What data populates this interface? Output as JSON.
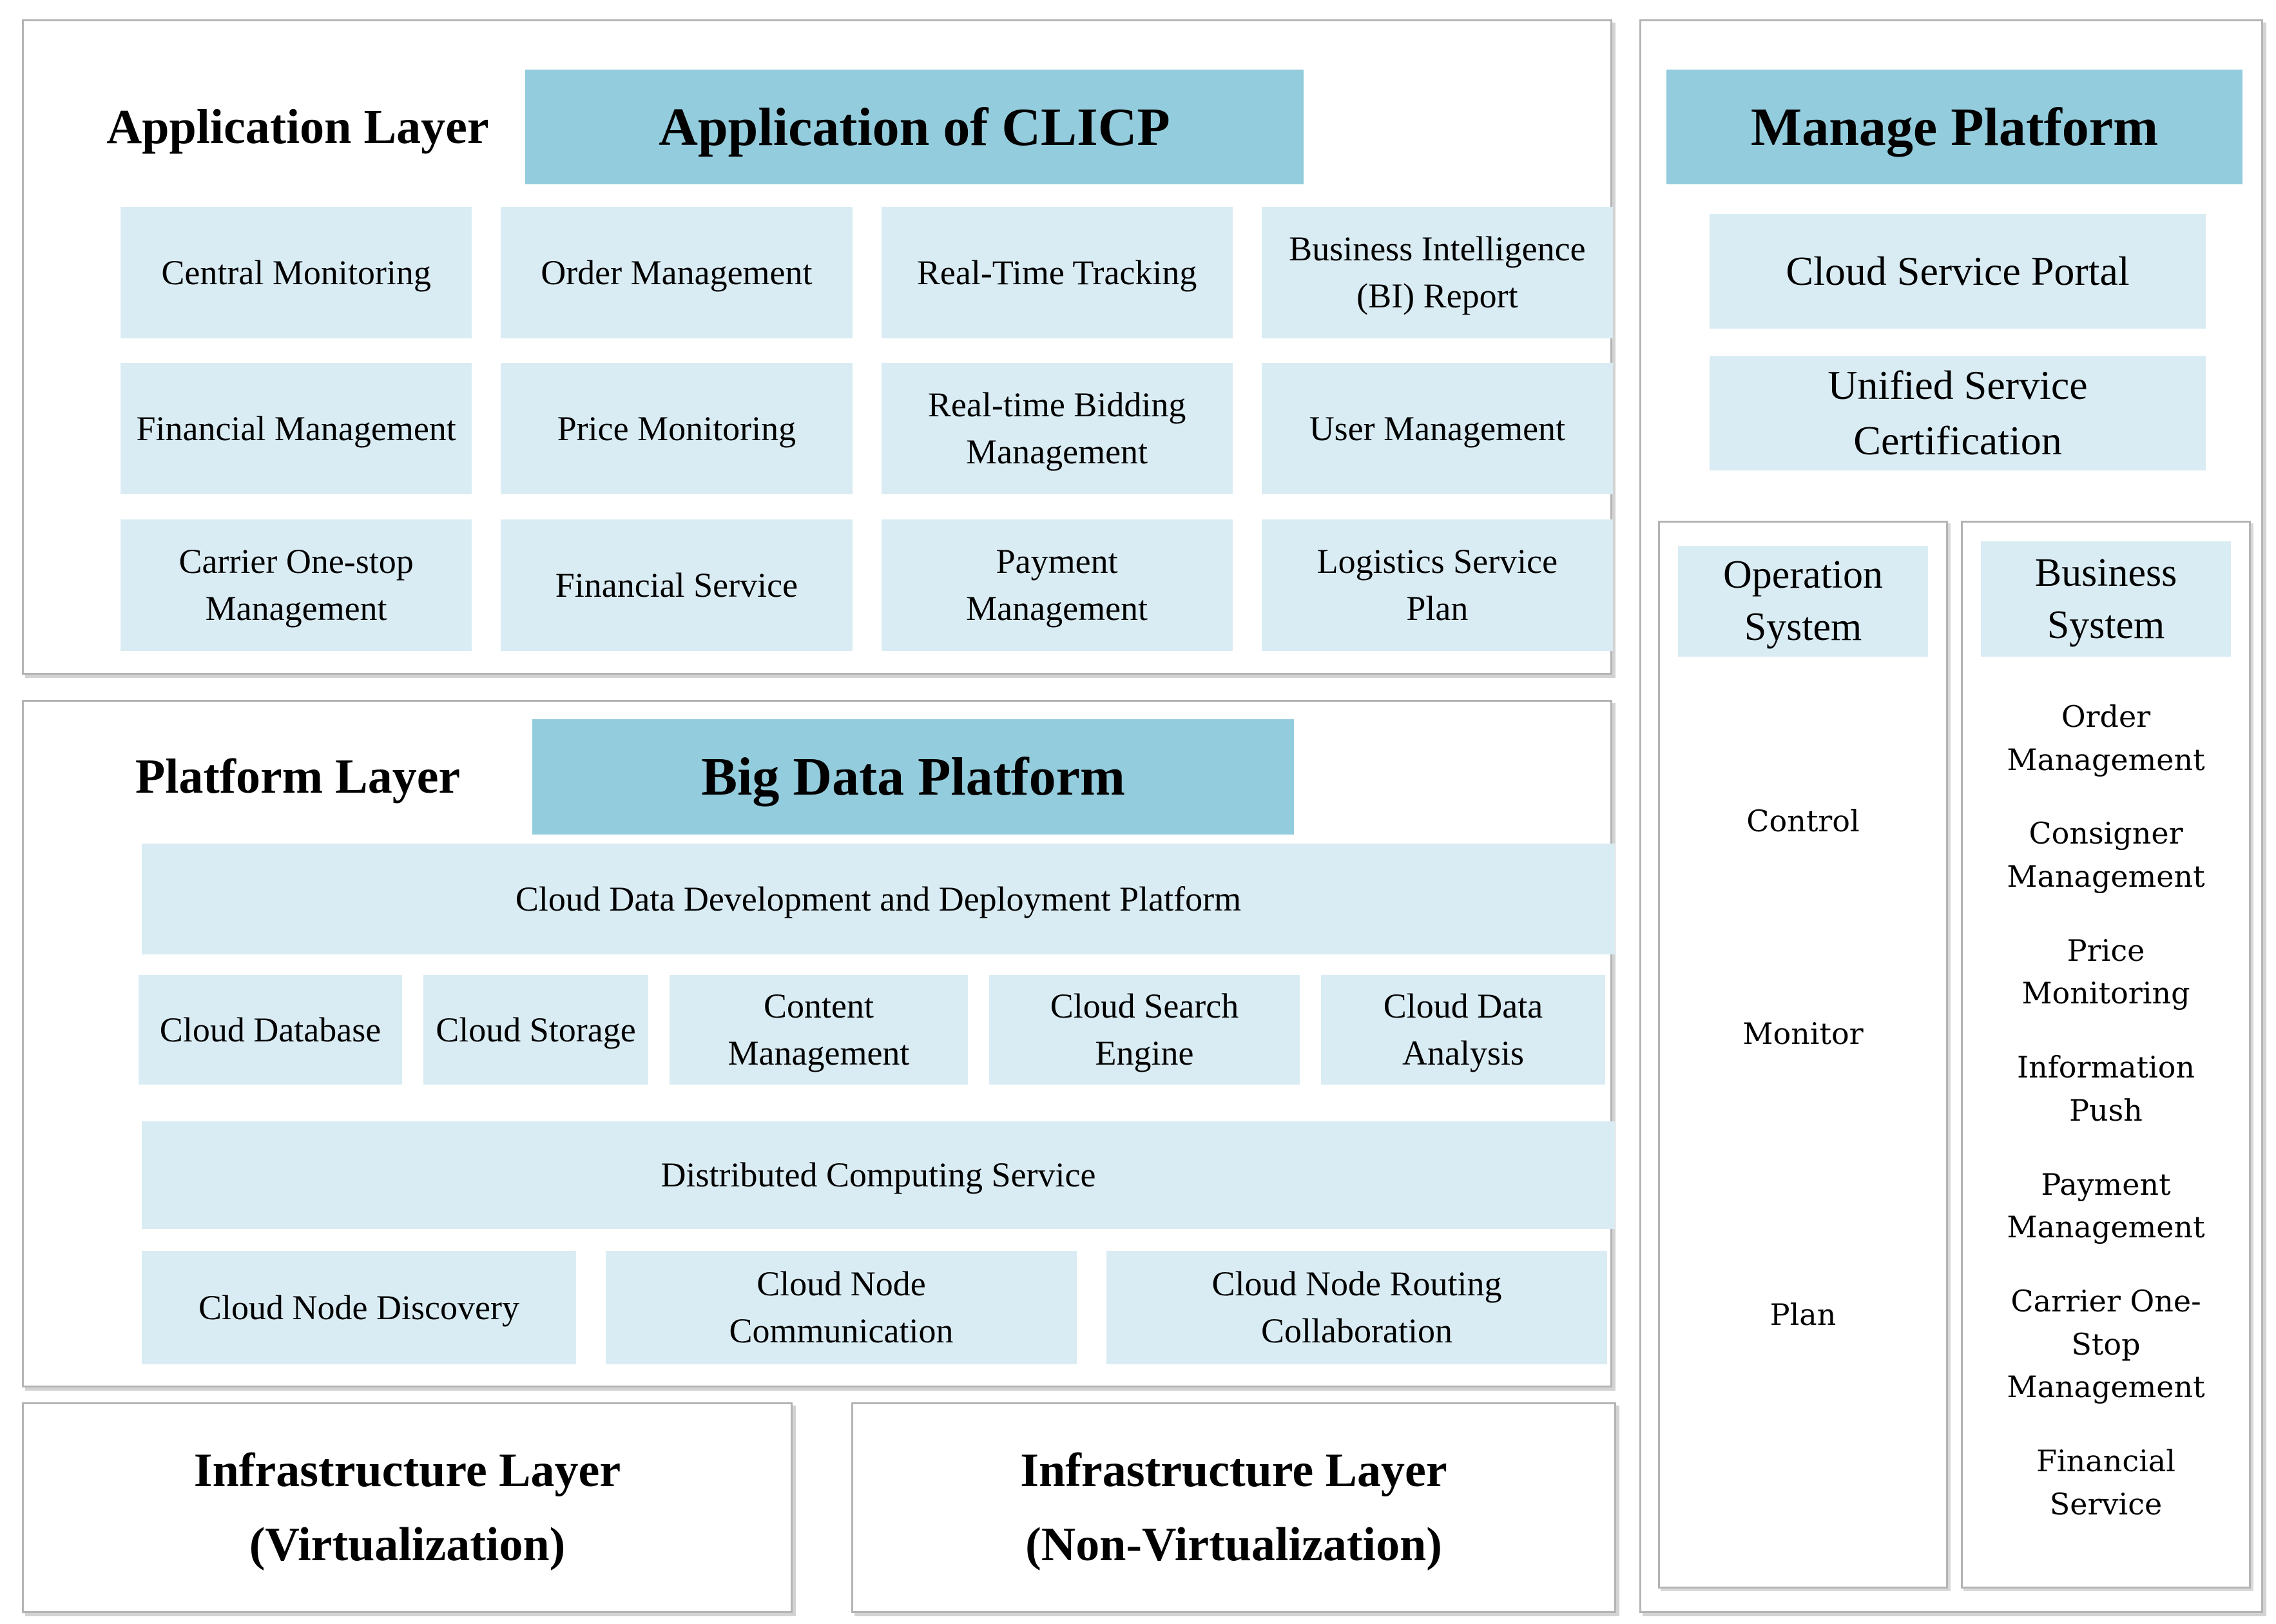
{
  "application_layer": {
    "title": "Application Layer",
    "header": "Application of CLICP",
    "boxes": [
      "Central Monitoring",
      "Order Management",
      "Real-Time Tracking",
      "Business Intelligence (BI) Report",
      "Financial Management",
      "Price Monitoring",
      "Real-time Bidding Management",
      "User Management",
      "Carrier One-stop Management",
      "Financial Service",
      "Payment Management",
      "Logistics Service Plan"
    ]
  },
  "platform_layer": {
    "title": "Platform Layer",
    "header": "Big Data Platform",
    "dev_platform": "Cloud Data Development and Deployment Platform",
    "cloud_boxes": [
      "Cloud Database",
      "Cloud Storage",
      "Content Management",
      "Cloud Search Engine",
      "Cloud Data Analysis"
    ],
    "computing_service": "Distributed Computing Service",
    "node_boxes": [
      "Cloud Node Discovery",
      "Cloud Node Communication",
      "Cloud Node Routing Collaboration"
    ]
  },
  "infrastructure": {
    "virtualization": {
      "line1": "Infrastructure Layer",
      "line2": "(Virtualization)"
    },
    "non_virtualization": {
      "line1": "Infrastructure Layer",
      "line2": "(Non-Virtualization)"
    }
  },
  "manage_platform": {
    "header": "Manage Platform",
    "portal": "Cloud Service Portal",
    "certification": "Unified Service Certification",
    "operation_system": {
      "header": "Operation System",
      "items": [
        "Control",
        "Monitor",
        "Plan"
      ]
    },
    "business_system": {
      "header": "Business System",
      "items": [
        "Order Management",
        "Consigner Management",
        "Price Monitoring",
        "Information Push",
        "Payment Management",
        "Carrier One-Stop Management",
        "Financial Service"
      ]
    }
  },
  "colors": {
    "teal_header": "#93ccdc",
    "light_box": "#daecf3",
    "panel_border": "#b4b4b4"
  }
}
